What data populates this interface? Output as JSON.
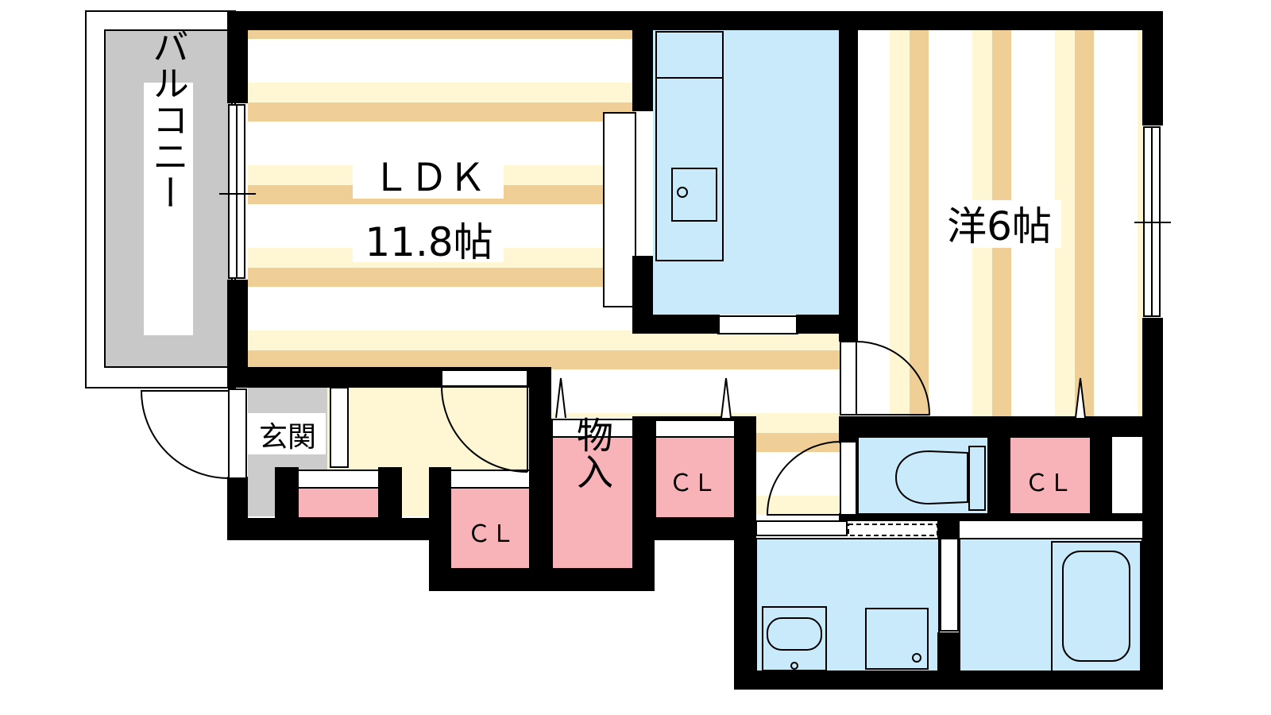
{
  "rooms": {
    "balcony": "バルコニー",
    "ldk_name": "ＬＤＫ",
    "ldk_size": "11.8帖",
    "western_room": "洋6帖",
    "entrance": "玄関",
    "storage": "物入",
    "closet_label": "ＣＬ"
  },
  "colors": {
    "wall": "#000000",
    "floor_stripe_light": "#fff7d4",
    "floor_stripe_dark": "#f0cf96",
    "wet_area": "#c8eafb",
    "closet": "#f7b3b8",
    "balcony": "#c8c8c8",
    "entrance_floor": "#cccccc",
    "corridor": "#fff7d4"
  }
}
